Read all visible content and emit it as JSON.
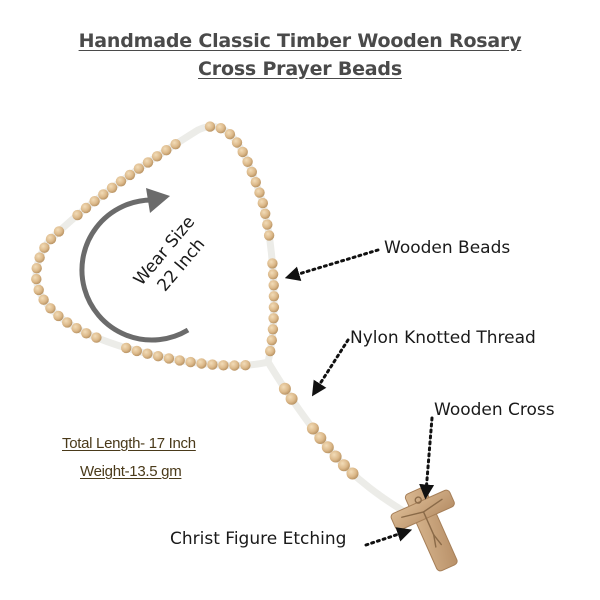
{
  "title": {
    "line1": "Handmade Classic Timber Wooden Rosary ",
    "line2": "Cross Prayer Beads"
  },
  "callouts": {
    "beads": "Wooden Beads",
    "thread": "Nylon Knotted Thread",
    "cross": "Wooden Cross",
    "etching": "Christ Figure Etching"
  },
  "wear_size": {
    "line1": "Wear Size",
    "line2": "22 Inch"
  },
  "specs": {
    "length": "Total Length- 17 Inch",
    "weight": "Weight-13.5 gm"
  },
  "colors": {
    "bead": "#dcb98a",
    "bead_shadow": "#b48e5e",
    "thread": "#efefec",
    "cross": "#caa57e",
    "arrow": "#6b6b6b",
    "title": "#4a4a4a"
  },
  "icons": {
    "size_arrow": "curved-arrow-icon",
    "pointers": "dotted-arrow-icon"
  }
}
